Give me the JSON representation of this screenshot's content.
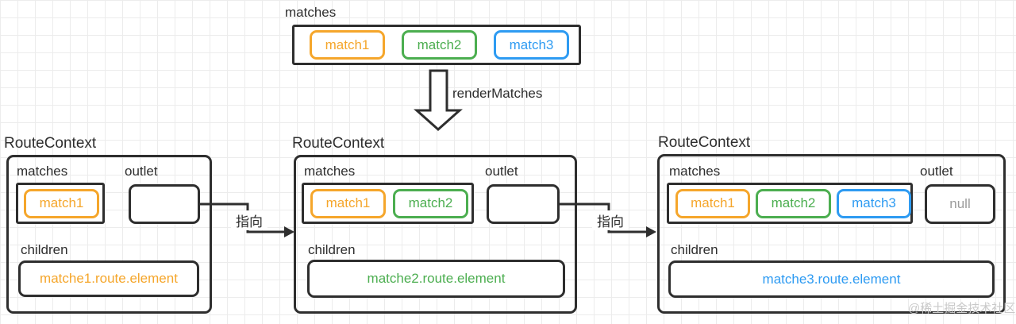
{
  "colors": {
    "orange": "#F5A62B",
    "green": "#4CAE50",
    "blue": "#2E9BF2",
    "stroke_dark": "#2E2E2E",
    "null_gray": "#9C9C9C",
    "watermark_gray": "#C9C9C9",
    "grid_line": "#ECECEC"
  },
  "top_matches": {
    "label": "matches",
    "items": [
      {
        "label": "match1",
        "color": "#F5A62B"
      },
      {
        "label": "match2",
        "color": "#4CAE50"
      },
      {
        "label": "match3",
        "color": "#2E9BF2"
      }
    ]
  },
  "render_arrow": {
    "label": "renderMatches"
  },
  "connectors": [
    {
      "label": "指向"
    },
    {
      "label": "指向"
    }
  ],
  "contexts": [
    {
      "title": "RouteContext",
      "matches_label": "matches",
      "outlet_label": "outlet",
      "children_label": "children",
      "matches": [
        {
          "label": "match1",
          "color": "#F5A62B"
        }
      ],
      "outlet_value": "",
      "children_element": "matche1.route.element",
      "children_color": "#F5A62B"
    },
    {
      "title": "RouteContext",
      "matches_label": "matches",
      "outlet_label": "outlet",
      "children_label": "children",
      "matches": [
        {
          "label": "match1",
          "color": "#F5A62B"
        },
        {
          "label": "match2",
          "color": "#4CAE50"
        }
      ],
      "outlet_value": "",
      "children_element": "matche2.route.element",
      "children_color": "#4CAE50"
    },
    {
      "title": "RouteContext",
      "matches_label": "matches",
      "outlet_label": "outlet",
      "children_label": "children",
      "matches": [
        {
          "label": "match1",
          "color": "#F5A62B"
        },
        {
          "label": "match2",
          "color": "#4CAE50"
        },
        {
          "label": "match3",
          "color": "#2E9BF2"
        }
      ],
      "outlet_value": "null",
      "children_element": "matche3.route.element",
      "children_color": "#2E9BF2"
    }
  ],
  "watermark": "@稀土掘金技术社区"
}
